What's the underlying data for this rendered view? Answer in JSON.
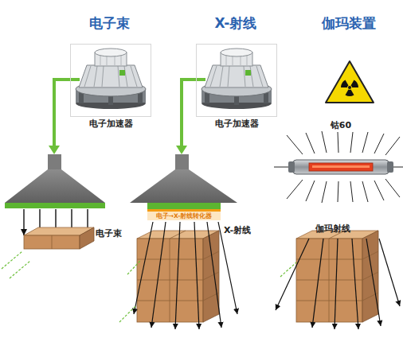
{
  "diagram": {
    "nodes": [
      {
        "text": [
          "电子加速器"
        ]
      },
      {
        "text": [
          "电子加速器"
        ]
      },
      {
        "text": [
          "电子→X-射线转化器"
        ]
      },
      {
        "text": [
          "钴60"
        ]
      }
    ],
    "labels": [
      "电子束",
      "X-射线",
      "伽玛装置",
      "电子束",
      "X-射线",
      "伽玛射线"
    ]
  }
}
